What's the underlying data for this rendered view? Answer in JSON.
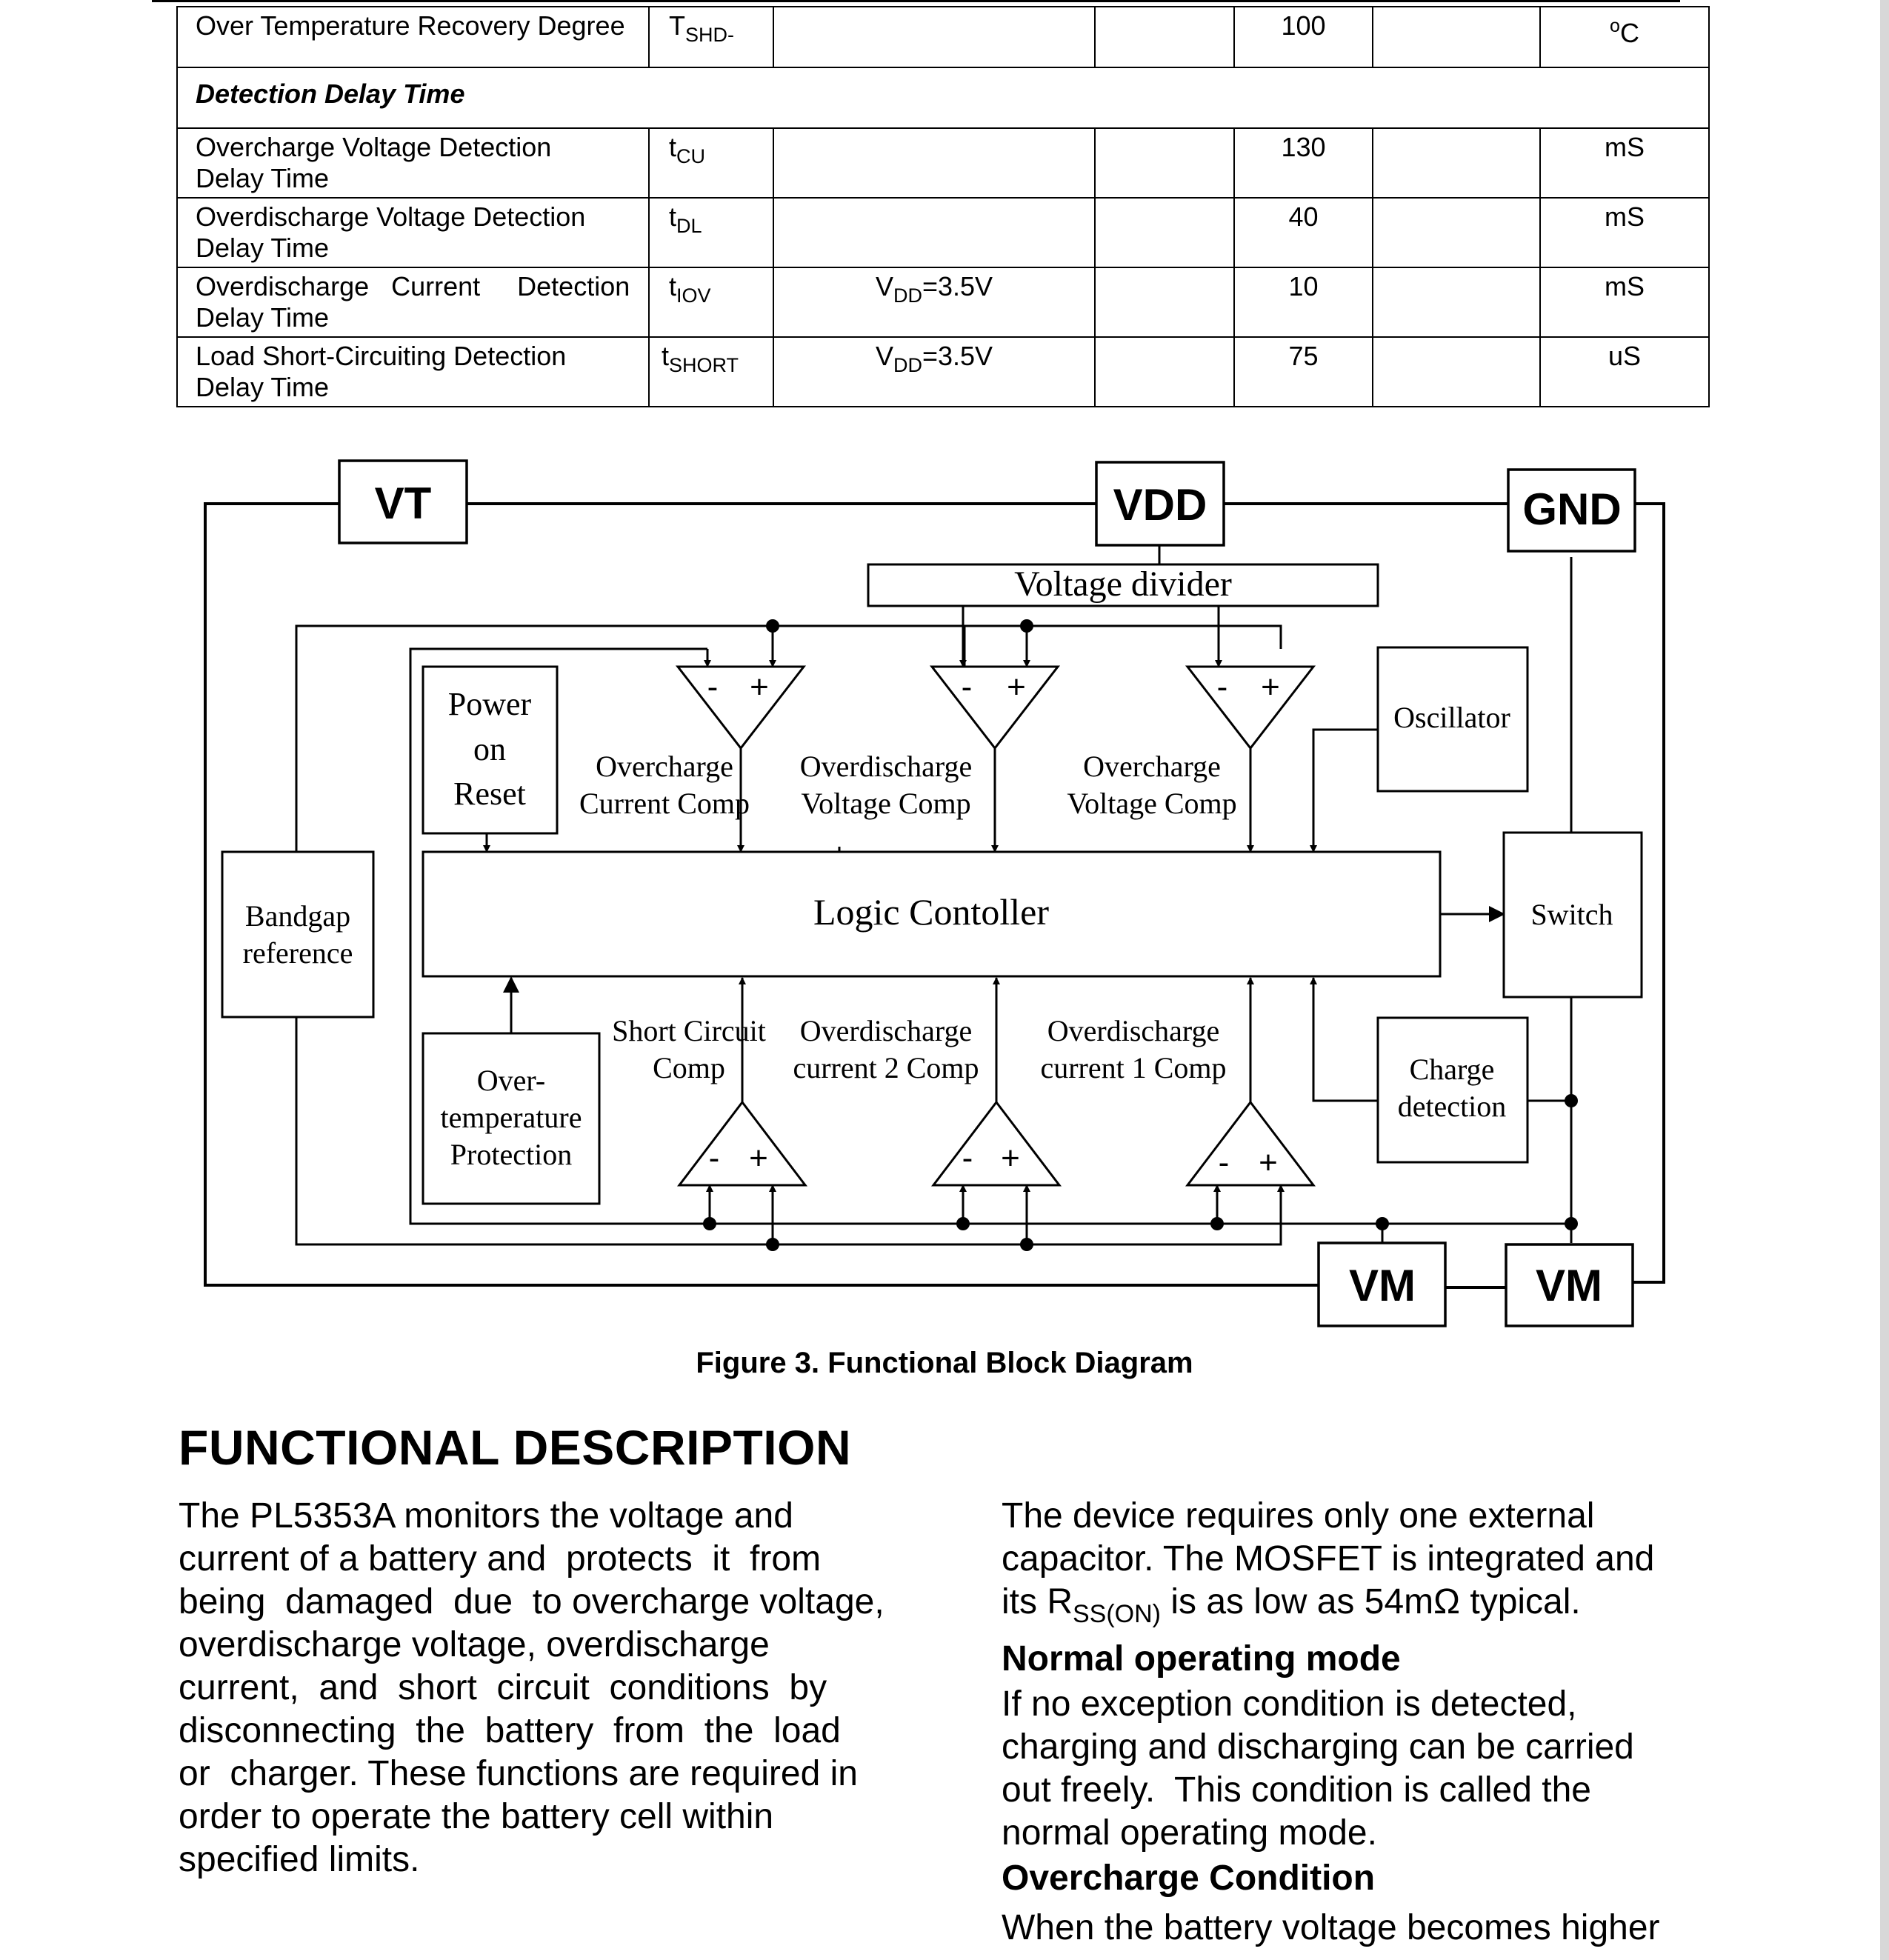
{
  "spec_table": {
    "rows": [
      {
        "param": "Over Temperature Recovery Degree",
        "sym_main": "T",
        "sym_sub": "SHD-",
        "cond": "",
        "min": "",
        "typ": "100",
        "max": "",
        "unit_sup": "o",
        "unit": "C"
      },
      {
        "section": "Detection Delay Time"
      },
      {
        "param_l1": "Overcharge  Voltage  Detection",
        "param_l2": "Delay Time",
        "sym_main": "t",
        "sym_sub": "CU",
        "cond": "",
        "min": "",
        "typ": "130",
        "max": "",
        "unit": "mS"
      },
      {
        "param_l1": "Overdischarge Voltage Detection",
        "param_l2": "Delay Time",
        "sym_main": "t",
        "sym_sub": "DL",
        "cond": "",
        "min": "",
        "typ": "40",
        "max": "",
        "unit": "mS"
      },
      {
        "param_l1": "Overdischarge   Current     Detection",
        "param_l2": "Delay Time",
        "sym_main": "t",
        "sym_sub": "IOV",
        "cond_main": "V",
        "cond_sub": "DD",
        "cond_rest": "=3.5V",
        "min": "",
        "typ": "10",
        "max": "",
        "unit": "mS"
      },
      {
        "param_l1": "Load Short-Circuiting Detection",
        "param_l2": "Delay Time",
        "sym_main": "t",
        "sym_sub": "SHORT",
        "cond_main": "V",
        "cond_sub": "DD",
        "cond_rest": "=3.5V",
        "min": "",
        "typ": "75",
        "max": "",
        "unit": "uS"
      }
    ]
  },
  "diagram": {
    "pins": {
      "vt": "VT",
      "vdd": "VDD",
      "gnd": "GND",
      "vm1": "VM",
      "vm2": "VM"
    },
    "voltage_divider": "Voltage divider",
    "power_on_reset": [
      "Power",
      "on",
      "Reset"
    ],
    "oscillator": "Oscillator",
    "bandgap": [
      "Bandgap",
      "reference"
    ],
    "logic_controller": "Logic Contoller",
    "switch": "Switch",
    "charge_detection": [
      "Charge",
      "detection"
    ],
    "over_temp": [
      "Over-",
      "temperature",
      "Protection"
    ],
    "top_comps": [
      [
        "Overcharge",
        "Current Comp"
      ],
      [
        "Overdischarge",
        "Voltage Comp"
      ],
      [
        "Overcharge",
        "Voltage Comp"
      ]
    ],
    "bottom_comps": [
      [
        "Short Circuit",
        "Comp"
      ],
      [
        "Overdischarge",
        "current 2 Comp"
      ],
      [
        "Overdischarge",
        "current 1 Comp"
      ]
    ],
    "comp_minus": "-",
    "comp_plus": "+"
  },
  "caption": "Figure 3. Functional Block Diagram",
  "section_title": "FUNCTIONAL DESCRIPTION",
  "left_col": [
    "The PL5353A monitors the voltage and",
    "current of a battery and  protects  it  from",
    "being  damaged  due  to overcharge voltage,",
    "overdischarge voltage, overdischarge",
    "current,  and  short  circuit  conditions  by",
    "disconnecting  the  battery  from  the  load",
    "or  charger. These functions are required in",
    "order to operate the battery cell within",
    "specified limits."
  ],
  "right_col": {
    "intro_l1": "The device requires only one external",
    "intro_l2": "capacitor. The MOSFET is integrated and",
    "intro_l3_a": "its R",
    "intro_l3_sub": "SS(ON)",
    "intro_l3_b": " is as low as 54mΩ typical.",
    "h_normal": "Normal operating mode",
    "normal_lines": [
      "If no exception condition is detected,",
      "charging and discharging can be carried",
      "out freely.  This condition is called the",
      "normal operating mode."
    ],
    "h_overcharge": "Overcharge Condition",
    "overcharge_lines": [
      "When the battery voltage becomes higher"
    ]
  }
}
